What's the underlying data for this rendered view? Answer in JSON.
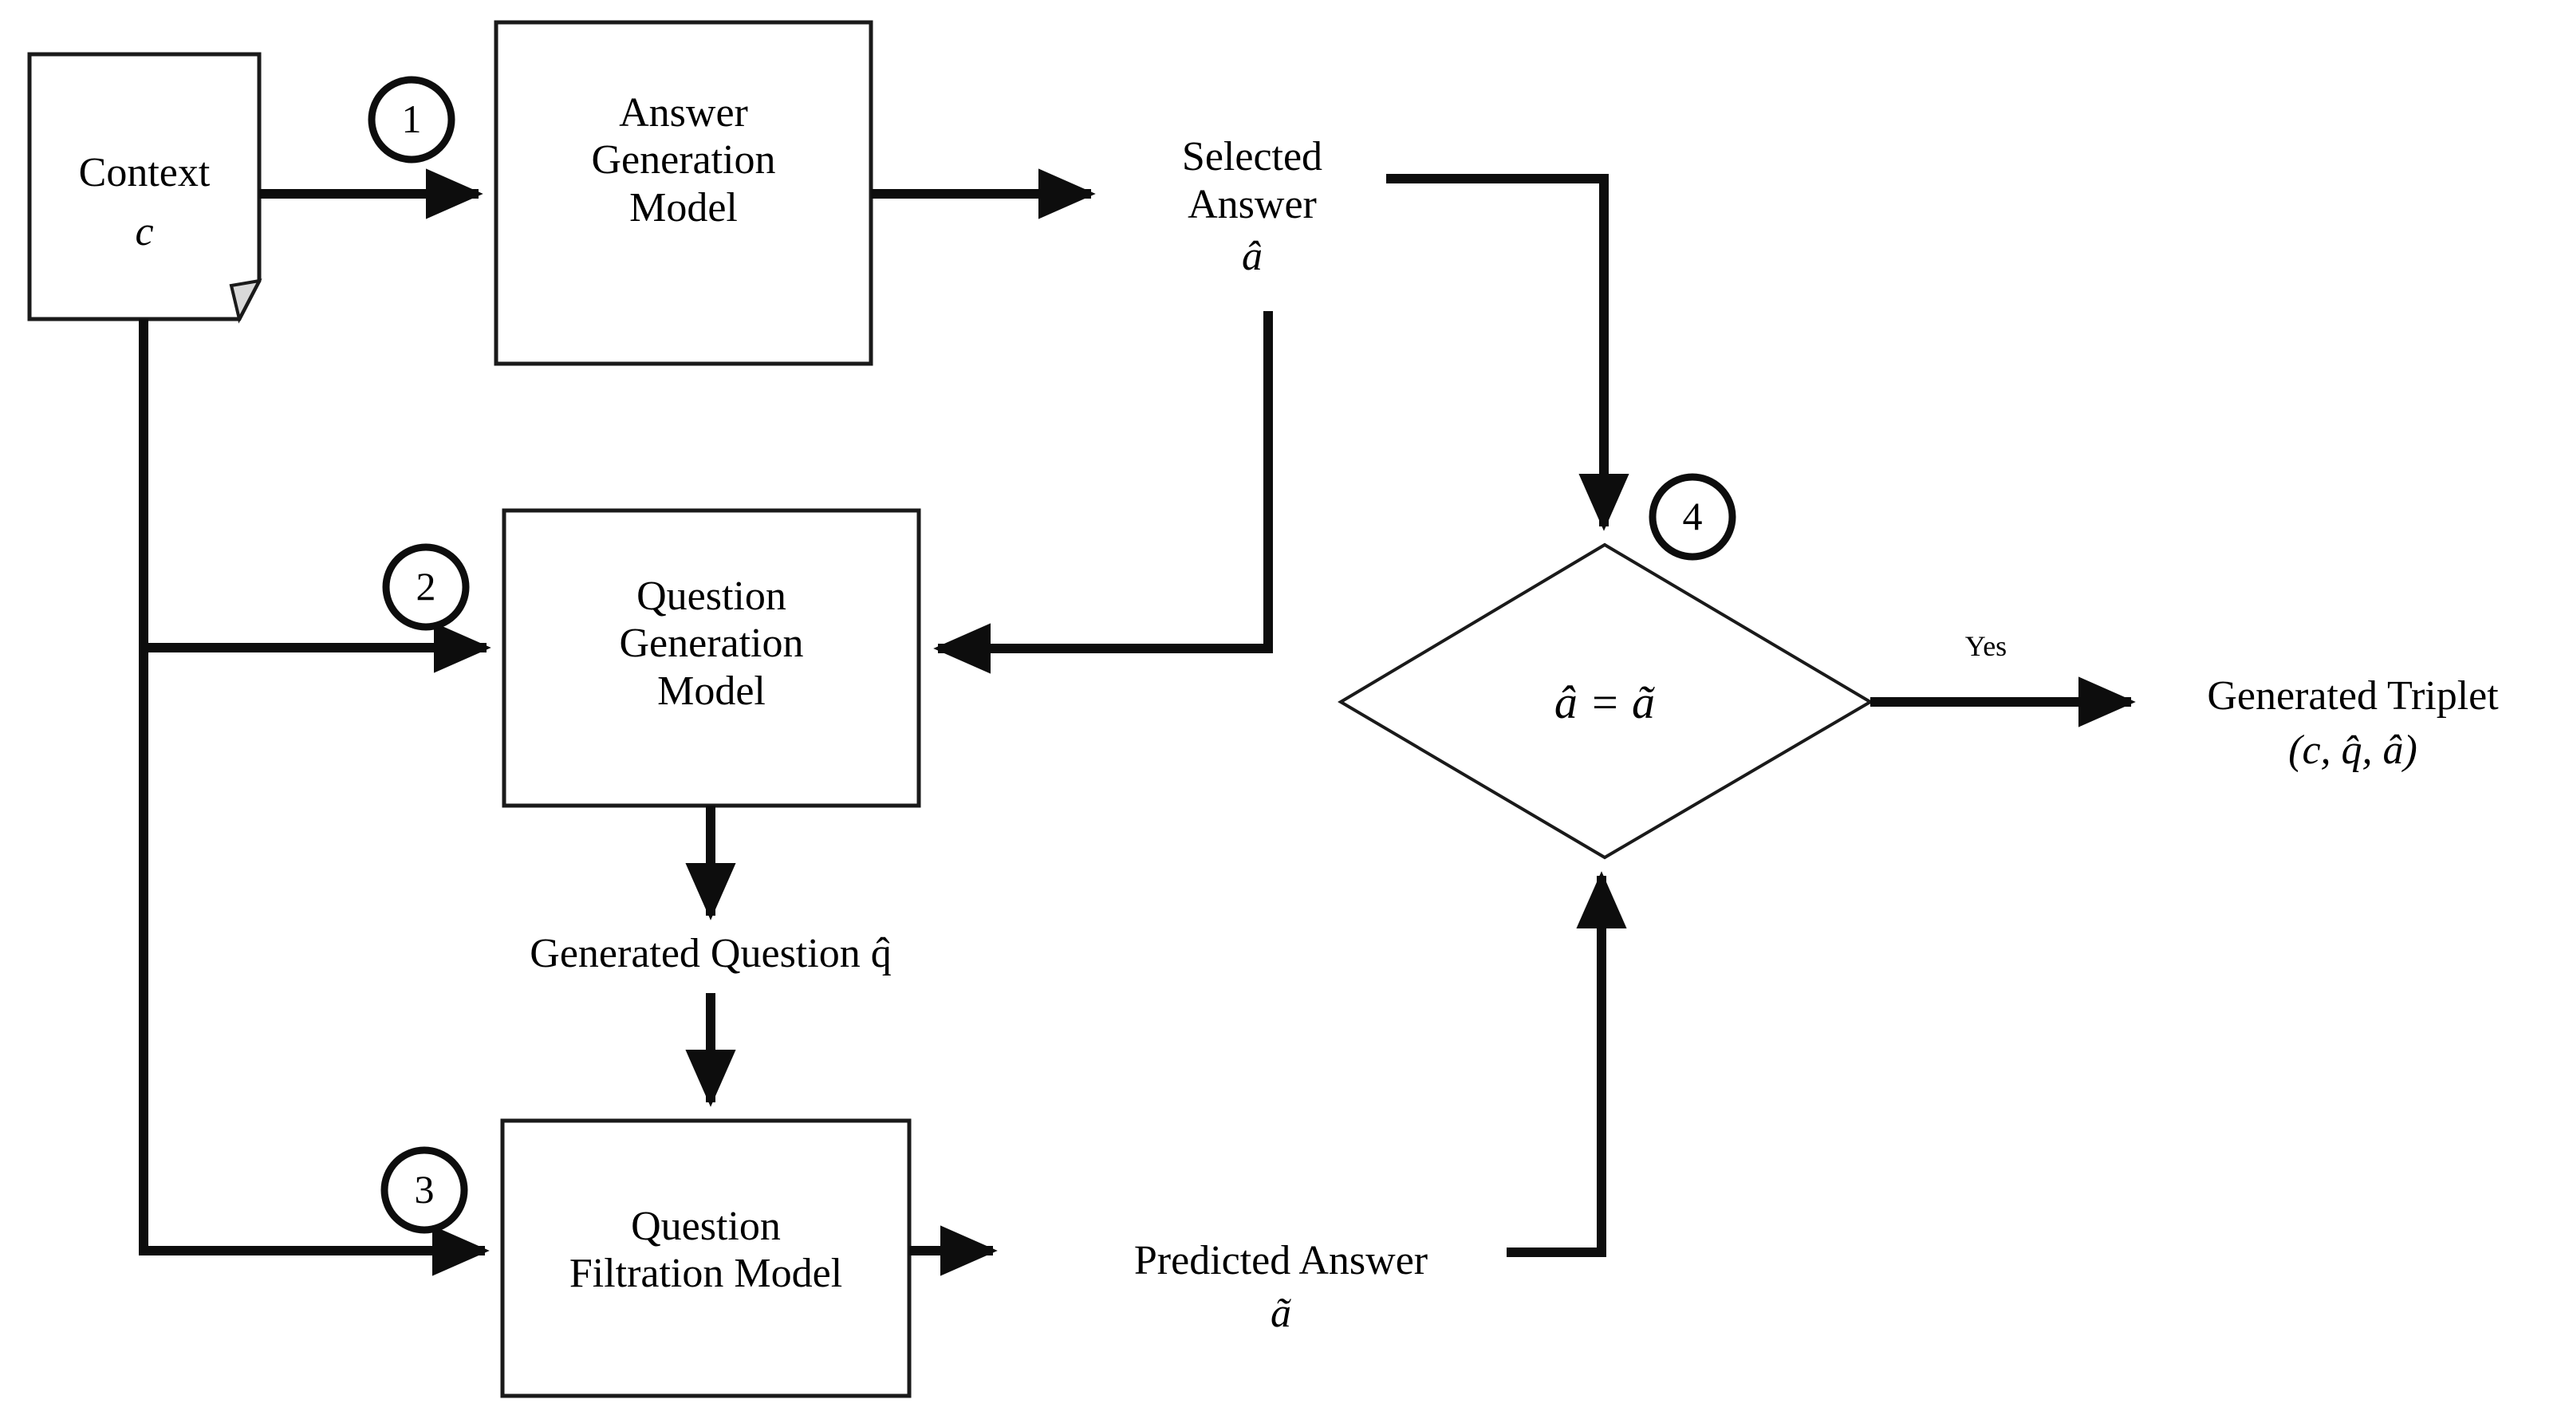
{
  "diagram": {
    "title": "Question Generation Pipeline Flowchart",
    "colors": {
      "stroke": "#0d0d0d",
      "fill": "#ffffff",
      "fold": "#d9d9d9"
    },
    "nodes": {
      "context": {
        "label": "Context",
        "symbol": "c",
        "shape": "document"
      },
      "answer_generation": {
        "label": "Answer\nGeneration\nModel",
        "shape": "rectangle"
      },
      "question_generation": {
        "label": "Question\nGeneration\nModel",
        "shape": "rectangle"
      },
      "question_filtration": {
        "label": "Question\nFiltration Model",
        "shape": "rectangle"
      },
      "decision": {
        "label": "â = ã",
        "shape": "diamond"
      }
    },
    "flow_labels": {
      "selected_answer": {
        "text": "Selected\nAnswer",
        "symbol": "â"
      },
      "generated_question": {
        "text": "Generated Question q̂"
      },
      "predicted_answer": {
        "text": "Predicted Answer",
        "symbol": "ã"
      },
      "generated_triplet": {
        "text": "Generated Triplet",
        "symbol": "(c, q̂, â)"
      }
    },
    "edge_labels": {
      "yes": "Yes"
    },
    "step_markers": [
      {
        "id": "step-1",
        "number": "1"
      },
      {
        "id": "step-2",
        "number": "2"
      },
      {
        "id": "step-3",
        "number": "3"
      },
      {
        "id": "step-4",
        "number": "4"
      }
    ]
  }
}
